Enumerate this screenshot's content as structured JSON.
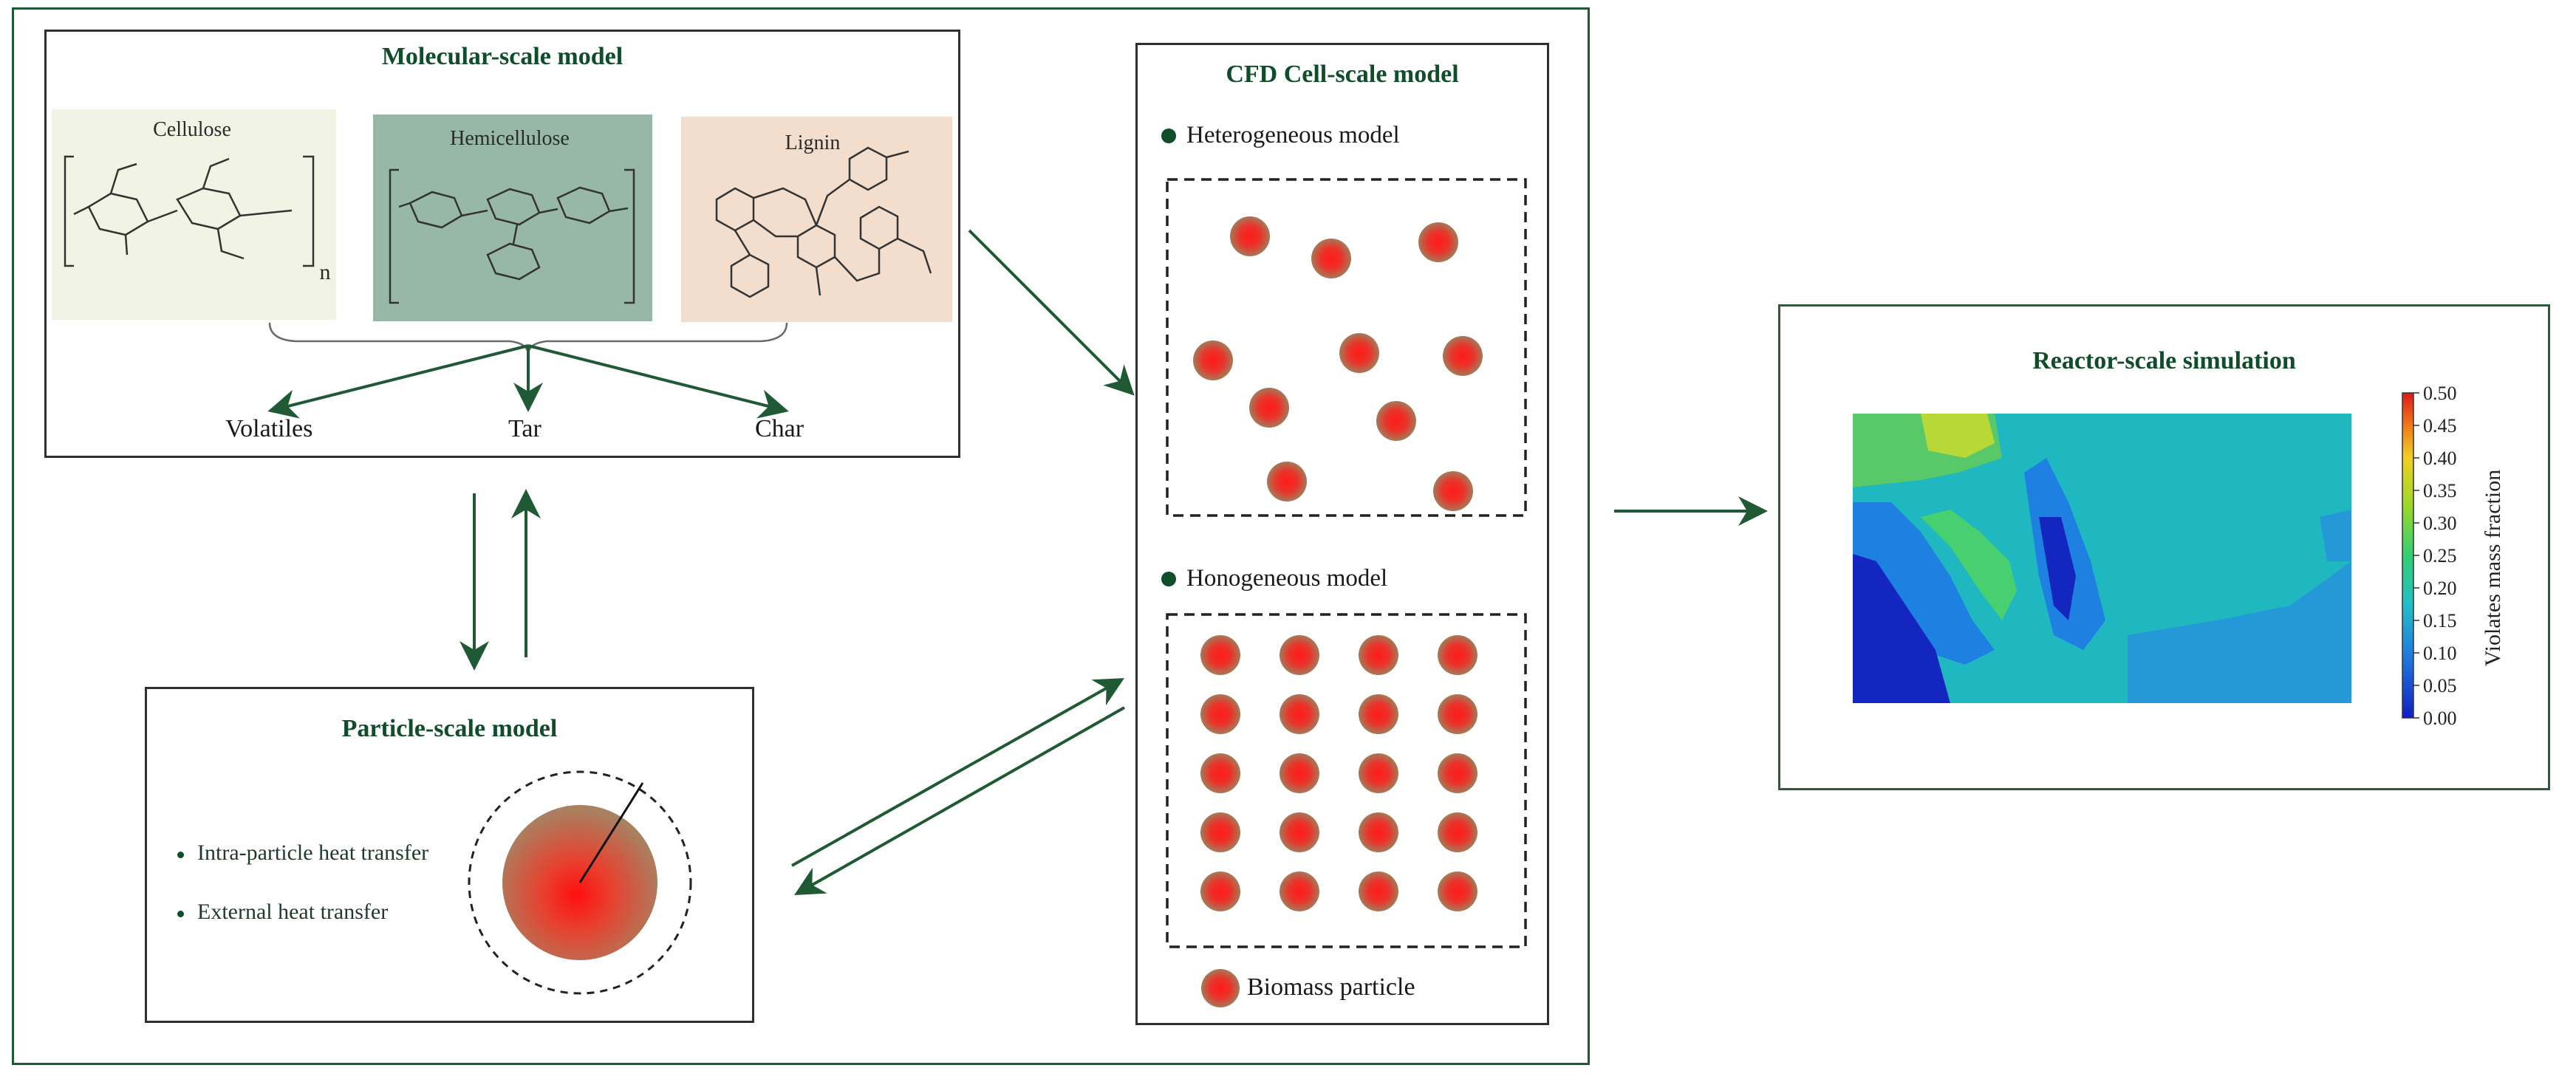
{
  "molecular": {
    "title": "Molecular-scale model",
    "components": [
      "Cellulose",
      "Hemicellulose",
      "Lignin"
    ],
    "products": [
      "Volatiles",
      "Tar",
      "Char"
    ],
    "subscript_n": "n"
  },
  "particle": {
    "title": "Particle-scale model",
    "bullets": [
      "Intra-particle heat transfer",
      "External heat transfer"
    ]
  },
  "cfd": {
    "title": "CFD Cell-scale model",
    "heterogeneous": "Heterogeneous model",
    "homogeneous": "Honogeneous model",
    "legend": "Biomass particle"
  },
  "reactor": {
    "title": "Reactor-scale simulation",
    "colorbar_label": "Violates mass fraction",
    "colorbar_ticks": [
      "0.50",
      "0.45",
      "0.40",
      "0.35",
      "0.30",
      "0.25",
      "0.20",
      "0.15",
      "0.10",
      "0.05",
      "0.00"
    ]
  },
  "colors": {
    "frame": "#1f5a34",
    "arrow": "#1f5a34",
    "title_green": "#0f4d2b",
    "cellulose_bg": "#f1f4e4",
    "hemicellulose_bg": "#98b8a7",
    "lignin_bg": "#f3dece",
    "particle_core": "#ff1a1a",
    "particle_edge": "#a57a5a"
  }
}
